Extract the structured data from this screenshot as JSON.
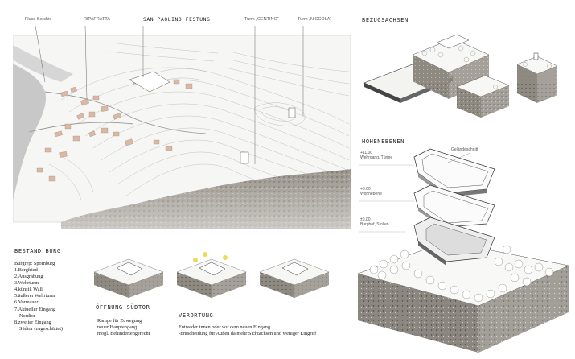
{
  "site_plan": {
    "labels": {
      "fluss": "Fluss Serchio",
      "ripafratta": "RIPAFRATTA",
      "festung": "SAN PAOLINO FESTUNG",
      "centino": "Turm „CENTINO“",
      "niccola": "Turm „NICCOLA“"
    }
  },
  "bezugsachsen": {
    "title": "BEZUGSACHSEN",
    "captions": [
      "",
      "",
      ""
    ]
  },
  "hoehenebenen": {
    "title": "HÖHENEBENEN",
    "gelaende": "Geländeschnitt",
    "levels": [
      {
        "elev": "+11.00",
        "name": "Wehrgang, Türme"
      },
      {
        "elev": "+8.00",
        "name": "Wohnebene"
      },
      {
        "elev": "±0.00",
        "name": "Burghof, Stollen"
      }
    ]
  },
  "bestand": {
    "title": "BESTAND BURG",
    "typ": "Burgtyp: Spornburg",
    "items": [
      "1.Bergfried",
      "2.Ausgrabung",
      "3.Wehrturm",
      "4.künstl. Wall",
      "5.äußerer Wehrturm",
      "6.Vormauer",
      "7.Aktueller Eingang",
      "Nordtor",
      "8.zweiter Eingang",
      "Südtor (zugeschüttet)"
    ]
  },
  "oeffnung": {
    "title": "ÖFFNUNG SÜDTOR",
    "lines": [
      "Rampe für Zuwegung",
      "neuer Hauptengang",
      "mögl. Behindertengerecht"
    ]
  },
  "verortung": {
    "title": "VERORTUNG",
    "lines": [
      "Entweder innen oder vor dem neuen Eingang",
      "-Entscheidung für Außen da mehr Sichtachsen und weniger Eingriff"
    ]
  },
  "colors": {
    "earth": "#8a8478",
    "roof": "#d9b8a6",
    "river": "#c8c8c8",
    "accent_yellow": "#f2d24a"
  }
}
